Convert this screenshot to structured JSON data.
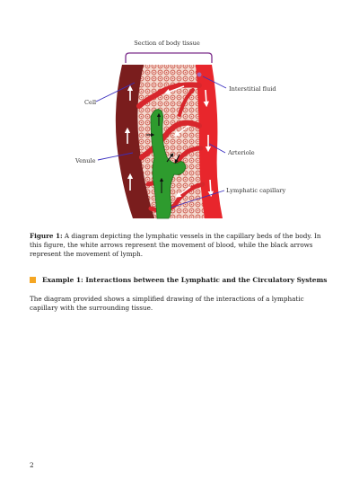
{
  "diagram": {
    "labels": {
      "section": "Section of body tissue",
      "interstitial": "Interstitial fluid",
      "cell": "Cell",
      "arteriole": "Arteriole",
      "venule": "Venule",
      "lymphatic": "Lymphatic capillary"
    },
    "colors": {
      "venule": "#7a1d1d",
      "arteriole": "#e8262c",
      "lymph": "#2e9b2e",
      "tissue": "#f2d6cc",
      "cells": "#c0392b",
      "pointer": "#3a2fbf"
    }
  },
  "figure": {
    "label": "Figure 1:",
    "text": " A diagram depicting the lymphatic vessels in the capillary beds of the body. In this figure, the white arrows represent the movement of blood, while the black arrows represent the movement of lymph."
  },
  "example": {
    "title": "Example 1: Interactions between the Lymphatic and the Circulatory Systems"
  },
  "body": {
    "text": "The diagram provided shows a simplified drawing of the interactions of a lymphatic capillary with the surrounding tissue."
  },
  "page": {
    "number": "2"
  }
}
